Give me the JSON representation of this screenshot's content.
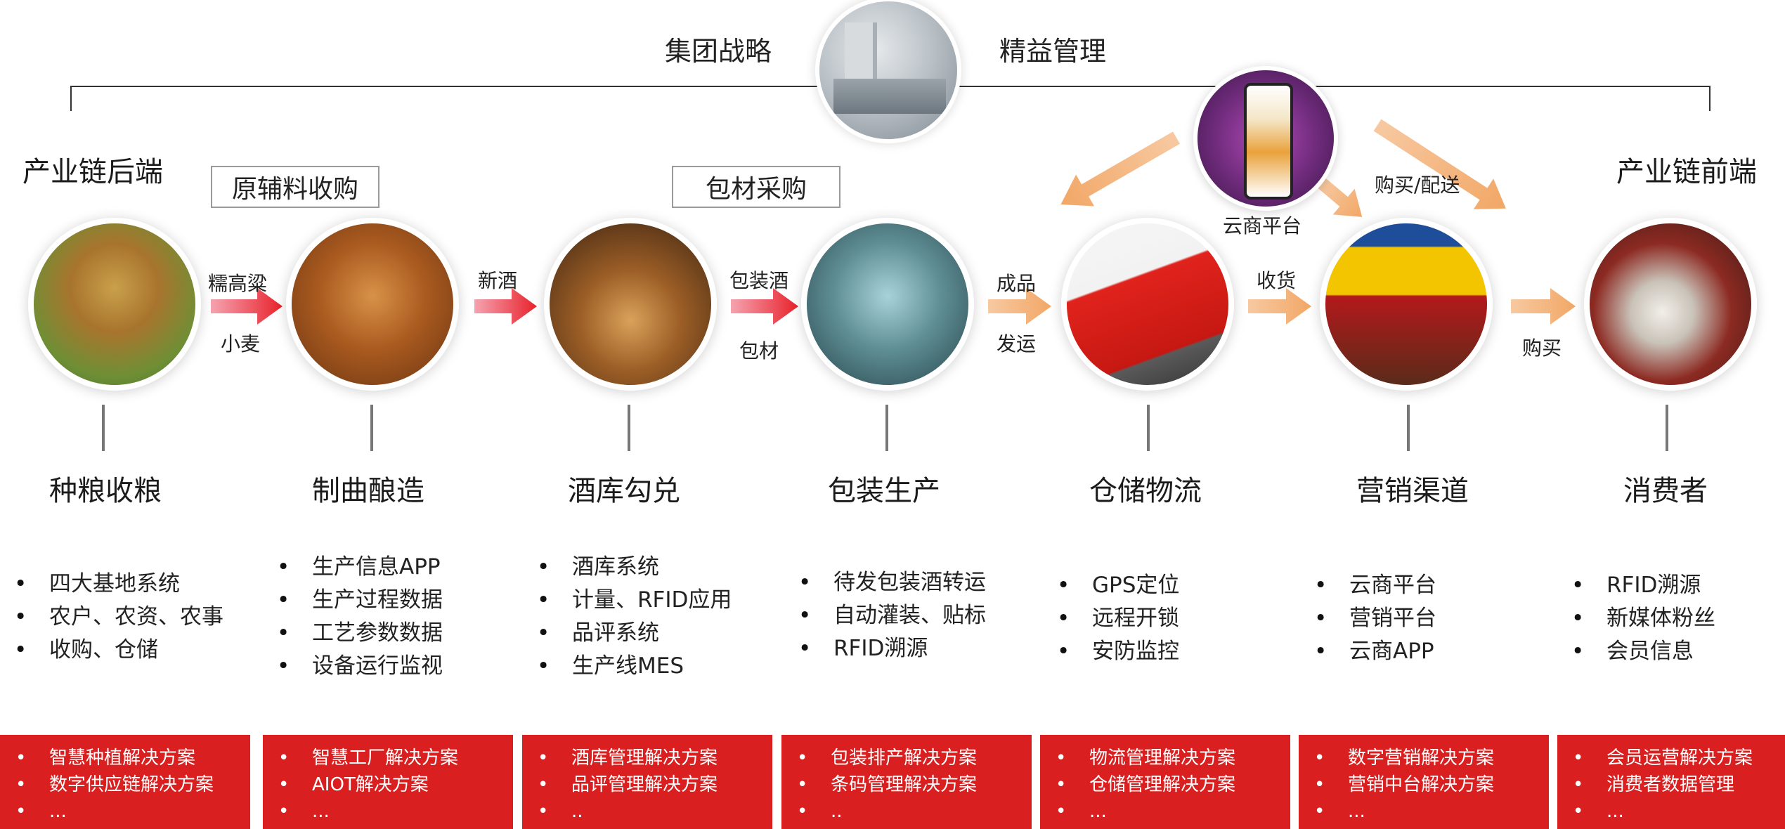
{
  "top": {
    "left_label": "集团战略",
    "right_label": "精益管理"
  },
  "sides": {
    "back_end": "产业链后端",
    "front_end": "产业链前端"
  },
  "boxes": {
    "raw_material": "原辅料收购",
    "packaging": "包材采购"
  },
  "platform": {
    "label": "云商平台"
  },
  "arrows": {
    "a1_top": "糯高粱",
    "a1_bottom": "小麦",
    "a2_top": "新酒",
    "a3_top": "包装酒",
    "a3_bottom": "包材",
    "a4_top": "成品",
    "a4_bottom": "发运",
    "a5_top": "收货",
    "a6_bottom": "购买",
    "buy_deliver": "购买/配送"
  },
  "stages": [
    {
      "name": "种粮收粮",
      "features": [
        "四大基地系统",
        "农户、农资、农事",
        "收购、仓储"
      ],
      "solutions": [
        "智慧种植解决方案",
        "数字供应链解决方案",
        "..."
      ]
    },
    {
      "name": "制曲酿造",
      "features": [
        "生产信息APP",
        "生产过程数据",
        "工艺参数数据",
        "设备运行监视"
      ],
      "solutions": [
        "智慧工厂解决方案",
        "AIOT解决方案",
        "..."
      ]
    },
    {
      "name": "酒库勾兑",
      "features": [
        "酒库系统",
        "计量、RFID应用",
        "品评系统",
        "生产线MES"
      ],
      "solutions": [
        "酒库管理解决方案",
        "品评管理解决方案",
        ".."
      ]
    },
    {
      "name": "包装生产",
      "features": [
        "待发包装酒转运",
        "自动灌装、贴标",
        "RFID溯源"
      ],
      "solutions": [
        "包装排产解决方案",
        "条码管理解决方案",
        ".."
      ]
    },
    {
      "name": "仓储物流",
      "features": [
        "GPS定位",
        "远程开锁",
        "安防监控"
      ],
      "solutions": [
        "物流管理解决方案",
        "仓储管理解决方案",
        "..."
      ]
    },
    {
      "name": "营销渠道",
      "features": [
        "云商平台",
        "营销平台",
        "云商APP"
      ],
      "solutions": [
        "数字营销解决方案",
        "营销中台解决方案",
        "..."
      ]
    },
    {
      "name": "消费者",
      "features": [
        "RFID溯源",
        "新媒体粉丝",
        "会员信息"
      ],
      "solutions": [
        "会员运营解决方案",
        "消费者数据管理",
        "..."
      ]
    }
  ],
  "colors": {
    "accent_red": "#d91f1f",
    "arrow_red": "#e8222b",
    "arrow_orange": "#f2a766"
  }
}
